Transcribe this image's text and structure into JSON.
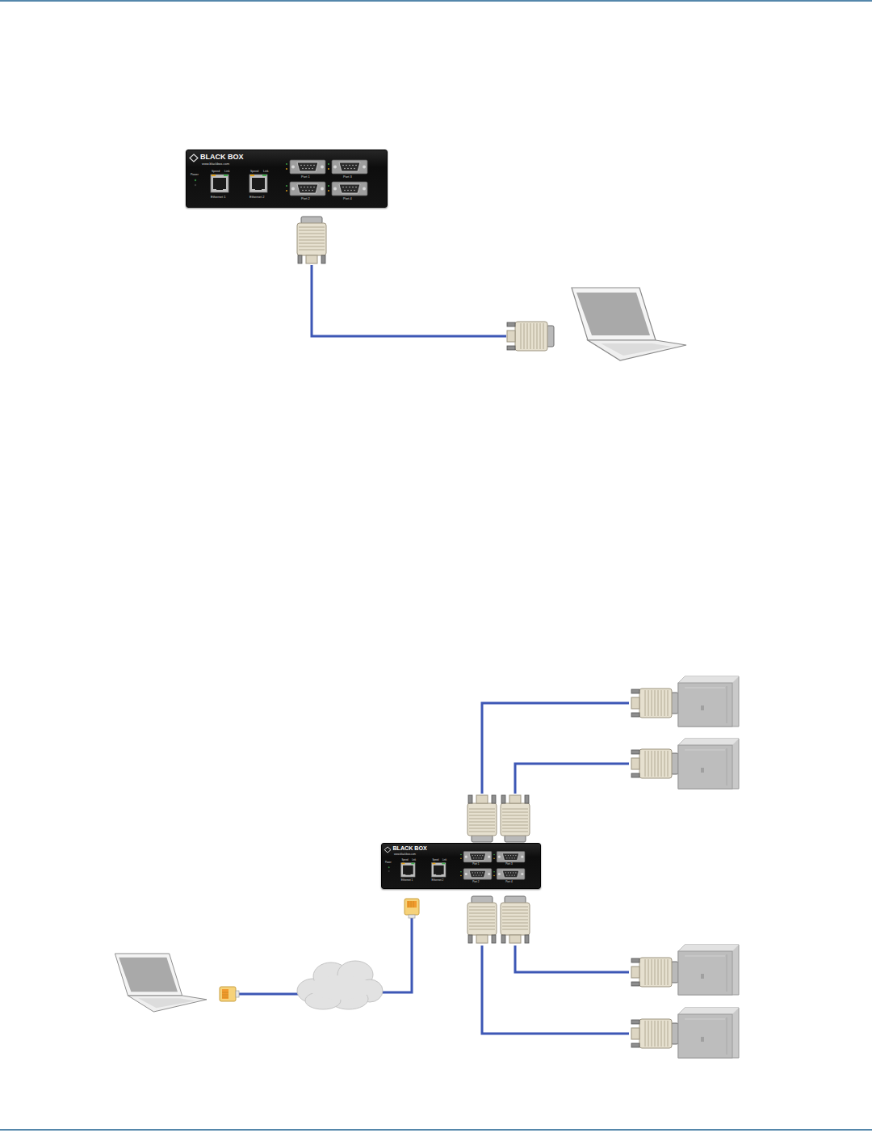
{
  "diagram": {
    "nodes": [
      {
        "text": [
          "BLACK BOX",
          "www.blackbox.com",
          "Power",
          "Speed",
          "Link",
          "Ethernet 1",
          "Speed",
          "Link",
          "Ethernet 2",
          "Port 1",
          "Port 3",
          "Port 2",
          "Port 4"
        ]
      },
      {
        "text": [
          "BLACK BOX",
          "www.blackbox.com",
          "Power",
          "Speed",
          "Link",
          "Ethernet 1",
          "Speed",
          "Link",
          "Ethernet 2",
          "Port 1",
          "Port 3",
          "Port 2",
          "Port 4"
        ]
      }
    ]
  }
}
